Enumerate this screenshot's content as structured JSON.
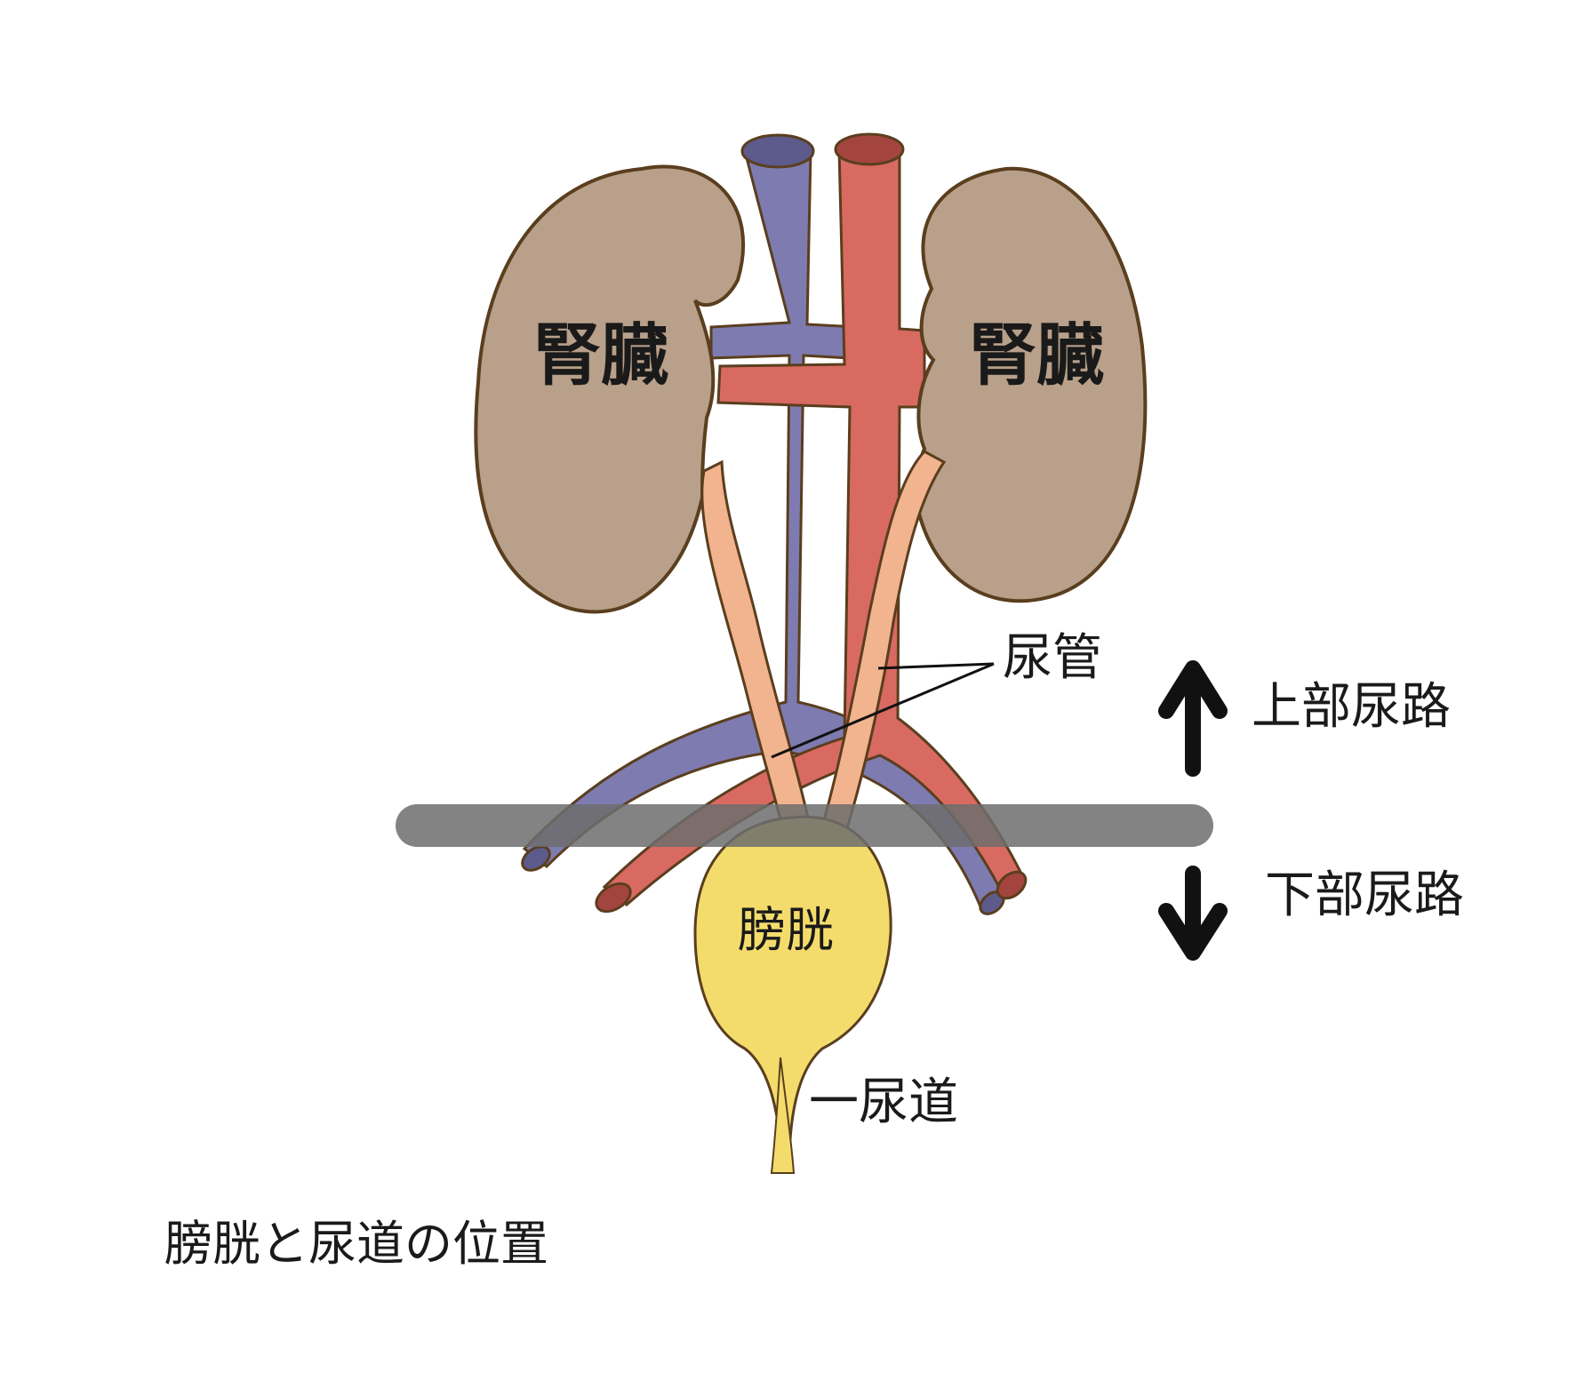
{
  "title": "膀胱と尿道の位置",
  "labels": {
    "kidney_left": "腎臓",
    "kidney_right": "腎臓",
    "ureter": "尿管",
    "bladder": "膀胱",
    "urethra": "一尿道",
    "upper_tract": "上部尿路",
    "lower_tract": "下部尿路"
  },
  "colors": {
    "kidney": "#b8a08a",
    "outline": "#5a3e1e",
    "vein": "#7e7bb0",
    "artery": "#d86a62",
    "ureter": "#f2b48e",
    "bladder": "#f4dc6c",
    "divider": "#6d6d6d",
    "arrow": "#111111"
  }
}
